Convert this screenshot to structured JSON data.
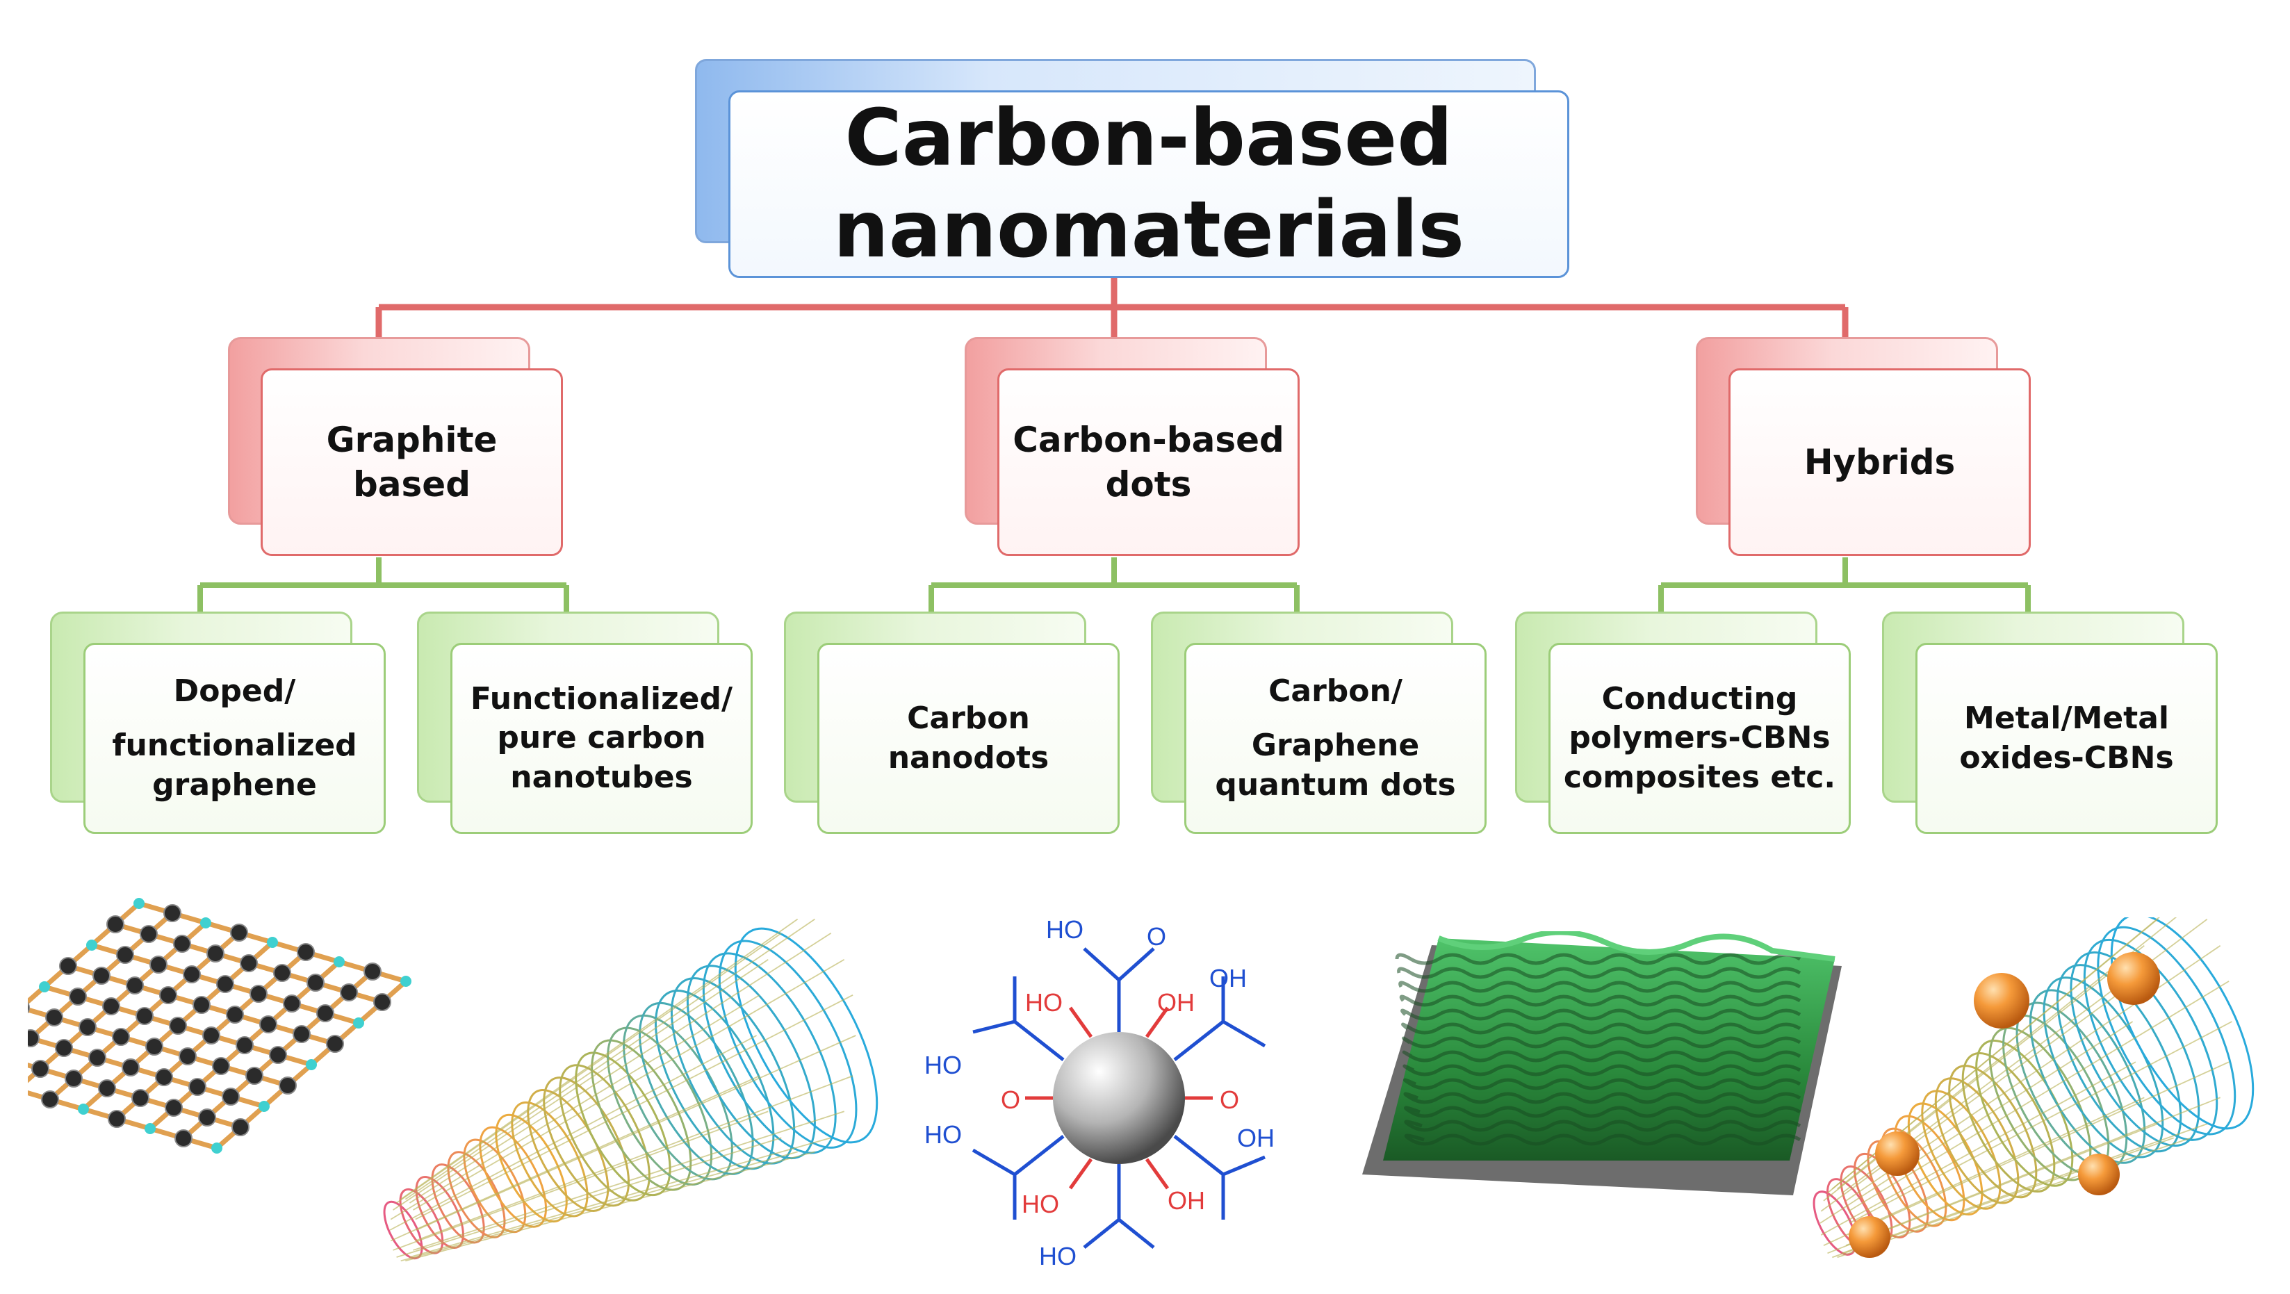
{
  "diagram": {
    "root": {
      "line1": "Carbon-based",
      "line2": "nanomaterials"
    },
    "categories": [
      {
        "line1": "Graphite",
        "line2": "based"
      },
      {
        "line1": "Carbon-based",
        "line2": "dots"
      },
      {
        "line1": "Hybrids"
      }
    ],
    "leaves": [
      {
        "line1": "Doped/",
        "line2": "functionalized",
        "line3": "graphene"
      },
      {
        "line1": "Functionalized/",
        "line2": "pure carbon",
        "line3": "nanotubes"
      },
      {
        "line1": "Carbon",
        "line2": "nanodots"
      },
      {
        "line1": "Carbon/",
        "line2": "Graphene",
        "line3": "quantum dots"
      },
      {
        "line1": "Conducting",
        "line2": "polymers-CBNs",
        "line3": "composites etc."
      },
      {
        "line1": "Metal/Metal",
        "line2": "oxides-CBNs"
      }
    ],
    "colors": {
      "root_border": "#5b93d8",
      "root_connector": "#e06a6a",
      "category_connector": "#8dc063"
    }
  },
  "carbon_dot_labels": {
    "hydroxyl_blue": "HO",
    "hydroxyl_right": "OH",
    "oxygen": "O"
  },
  "illustrations": {
    "graphene_sheet": "graphene-sheet-icon",
    "nanotube": "carbon-nanotube-icon",
    "carbon_dot": "carbon-dot-molecule-icon",
    "polymer_composite": "polymer-composite-icon",
    "metal_nanotube": "metal-decorated-nanotube-icon"
  }
}
